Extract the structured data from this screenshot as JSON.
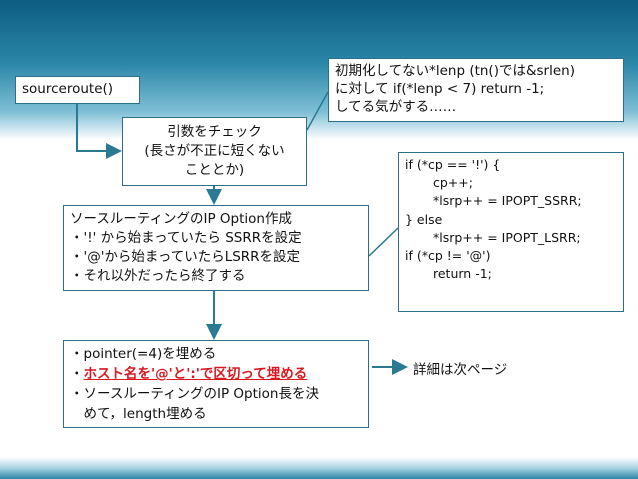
{
  "sourceroute_label": "sourceroute()",
  "note_lines": [
    "初期化してない*lenp (tn()では&srlen)",
    "に対して if(*lenp < 7) return -1;",
    "してる気がする……"
  ],
  "check_lines": [
    "引数をチェック",
    "(長さが不正に短くない",
    "こととか)"
  ],
  "create_lines": [
    "ソースルーティングのIP Option作成",
    "・'!' から始まっていたら SSRRを設定",
    "・'@'から始まっていたらLSRRを設定",
    "・それ以外だったら終了する"
  ],
  "code_lines": [
    "if (*cp == '!') {",
    "cp++;",
    "*lsrp++ = IPOPT_SSRR;",
    "} else",
    "*lsrp++ = IPOPT_LSRR;",
    "",
    "if (*cp != '@')",
    "return -1;"
  ],
  "pointer_lines": {
    "line1": "・pointer(=4)を埋める",
    "line2_bullet": "・",
    "line2_highlight": "ホスト名を'@'と':'で区切って埋める",
    "line3": "・ソースルーティングのIP Option長を決",
    "line4": "　めて，length埋める"
  },
  "next_page_label": "詳細は次ページ",
  "colors": {
    "arrow": "#2b7a94",
    "highlight": "#d71921",
    "box_border": "#2d6f86"
  }
}
